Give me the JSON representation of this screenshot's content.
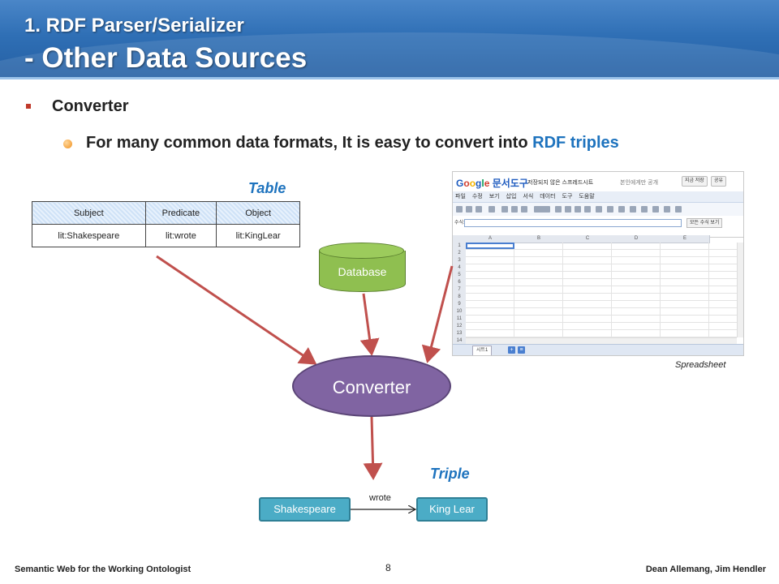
{
  "header": {
    "title_line1": "1. RDF Parser/Serializer",
    "title_line2": "- Other Data Sources"
  },
  "bullets": {
    "level1": "Converter",
    "level2_prefix": "For many common data formats, It is easy to convert into ",
    "level2_highlight": "RDF triples"
  },
  "labels": {
    "table": "Table",
    "triple": "Triple",
    "spreadsheet": "Spreadsheet"
  },
  "table": {
    "headers": [
      "Subject",
      "Predicate",
      "Object"
    ],
    "rows": [
      [
        "lit:Shakespeare",
        "lit:wrote",
        "lit:KingLear"
      ]
    ]
  },
  "spreadsheet": {
    "logo": {
      "g": "G",
      "o1": "o",
      "o2": "o",
      "g2": "g",
      "l": "l",
      "e": "e",
      "product": "문서도구"
    },
    "doc_name": "저장되지 않은 스프레드시트",
    "share_note": "본인에게만 공개",
    "save_button": "지금 저장",
    "share_button": "공유",
    "menu": [
      "파일",
      "수정",
      "보기",
      "삽입",
      "서식",
      "데이터",
      "도구",
      "도움말"
    ],
    "formula_label": "수식:",
    "formula_button": "모든 수식 보기",
    "columns": [
      "A",
      "B",
      "C",
      "D",
      "E"
    ],
    "rows": [
      "1",
      "2",
      "3",
      "4",
      "5",
      "6",
      "7",
      "8",
      "9",
      "10",
      "11",
      "12",
      "13",
      "14"
    ],
    "sheet_tab": "시트1"
  },
  "diagram": {
    "database": "Database",
    "converter": "Converter",
    "subject_node": "Shakespeare",
    "object_node": "King Lear",
    "edge_label": "wrote",
    "arrow_color": "#c0504d",
    "converter_color": "#8064a2",
    "database_color": "#8fbf50",
    "node_color": "#4bacc6"
  },
  "footer": {
    "left": "Semantic Web for the Working Ontologist",
    "page": "8",
    "right": "Dean Allemang, Jim Hendler"
  }
}
